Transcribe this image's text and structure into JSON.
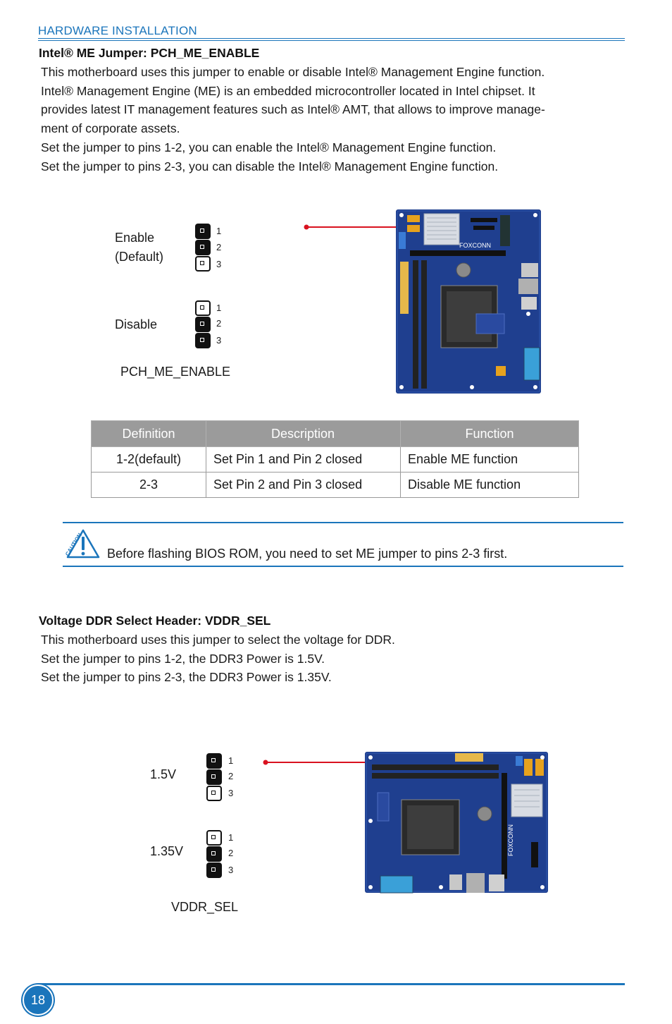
{
  "header": {
    "title": "HARDWARE INSTALLATION"
  },
  "section1": {
    "title": "Intel® ME Jumper: PCH_ME_ENABLE",
    "lines": [
      "This motherboard uses this jumper to enable or disable Intel® Management Engine function.",
      "Intel® Management Engine (ME) is an embedded microcontroller located in Intel chipset. It",
      "provides latest IT management features such as Intel® AMT, that allows to improve manage-",
      "ment of corporate assets.",
      "Set the jumper to pins 1-2, you can enable the Intel® Management Engine function.",
      "Set the jumper to pins 2-3, you can disable the Intel® Management Engine function."
    ],
    "diagram": {
      "enable_label_1": "Enable",
      "enable_label_2": "(Default)",
      "disable_label": "Disable",
      "pins": [
        "1",
        "2",
        "3"
      ],
      "caption": "PCH_ME_ENABLE",
      "board_brand": "FOXCONN"
    }
  },
  "table": {
    "headers": [
      "Definition",
      "Description",
      "Function"
    ],
    "rows": [
      [
        "1-2(default)",
        "Set Pin 1 and Pin 2 closed",
        "Enable ME function"
      ],
      [
        "2-3",
        "Set Pin 2 and Pin 3 closed",
        "Disable ME function"
      ]
    ]
  },
  "caution": {
    "icon_label": "CAUTION",
    "text": "Before flashing BIOS ROM, you need to set ME jumper to pins 2-3 first."
  },
  "section2": {
    "title": "Voltage DDR Select Header: VDDR_SEL",
    "lines": [
      "This motherboard uses this jumper to select the voltage for DDR.",
      "Set the jumper to pins 1-2, the DDR3 Power is 1.5V.",
      "Set the jumper to pins 2-3, the DDR3 Power is 1.35V."
    ],
    "diagram": {
      "label_a": "1.5V",
      "label_b": "1.35V",
      "pins": [
        "1",
        "2",
        "3"
      ],
      "caption": "VDDR_SEL",
      "board_brand": "FOXCONN"
    }
  },
  "footer": {
    "page_number": "18"
  },
  "colors": {
    "accent": "#1b75bb",
    "arrow": "#d9121f",
    "board": "#1f3f8f",
    "table_header": "#9b9b9b"
  }
}
